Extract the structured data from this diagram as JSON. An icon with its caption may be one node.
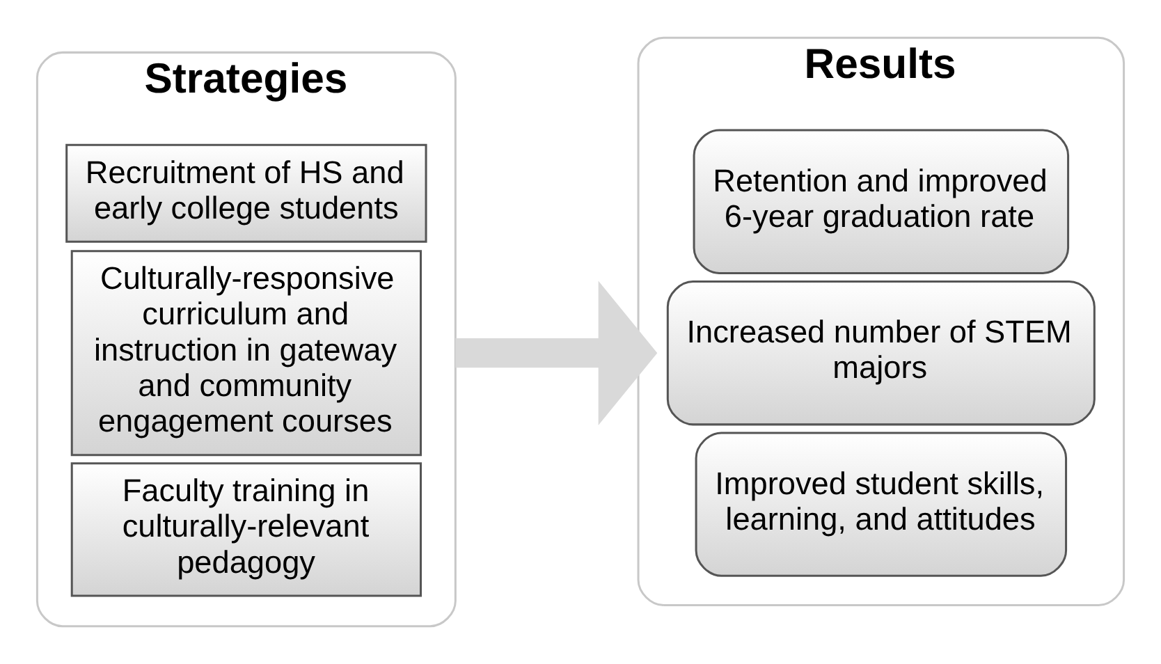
{
  "diagram": {
    "nodes": [
      {
        "text": [
          "Strategies"
        ]
      },
      {
        "text": [
          "Recruitment of HS and early college students"
        ],
        "in": 0
      },
      {
        "text": [
          "Culturally-responsive curriculum and instruction in gateway and community engagement courses"
        ],
        "in": 0
      },
      {
        "text": [
          "Faculty training in culturally-relevant pedagogy"
        ],
        "in": 0
      },
      {
        "text": [
          "Results"
        ]
      },
      {
        "text": [
          "Retention and improved 6-year graduation rate"
        ],
        "in": 4
      },
      {
        "text": [
          "Increased number of STEM majors"
        ],
        "in": 4
      },
      {
        "text": [
          "Improved student skills, learning, and attitudes"
        ],
        "in": 4
      }
    ],
    "edges": [
      {
        "from": 0,
        "to": 4,
        "arrow": "to",
        "color": "#d9d9d9"
      }
    ]
  }
}
